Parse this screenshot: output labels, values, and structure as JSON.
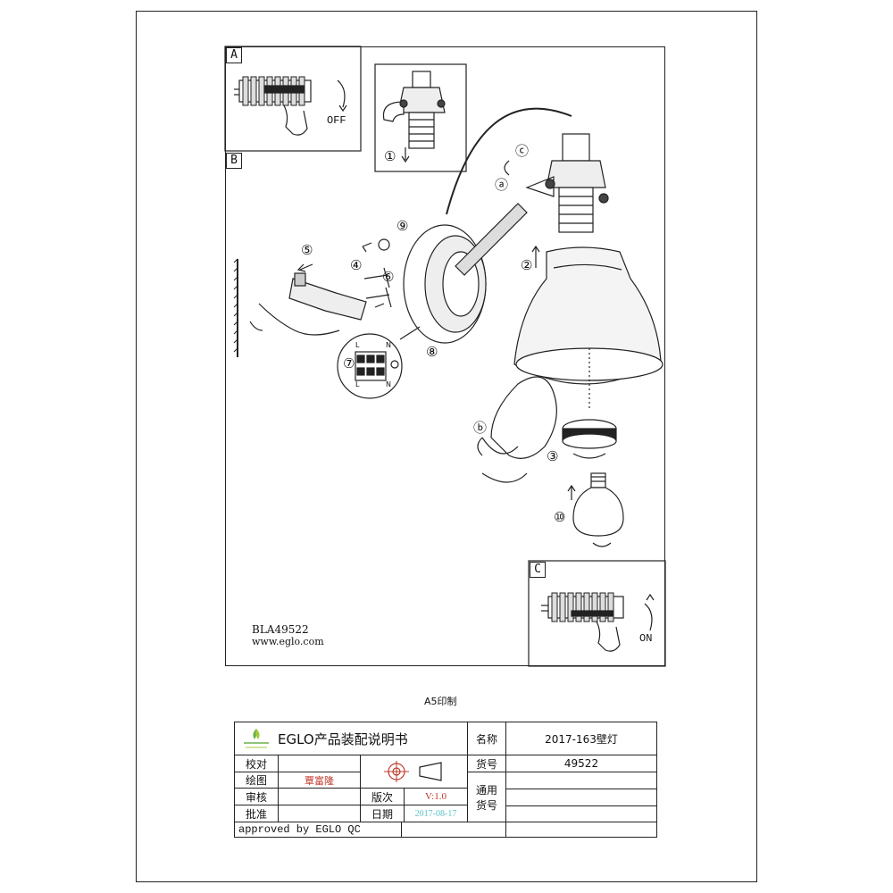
{
  "panels": {
    "a": "A",
    "b": "B",
    "c": "C"
  },
  "switch_states": {
    "off": "OFF",
    "on": "ON"
  },
  "steps": {
    "s1": "①",
    "s2": "②",
    "s3": "③",
    "s4": "④",
    "s5": "⑤",
    "s6": "⑥",
    "s7": "⑦",
    "s8": "⑧",
    "s9": "⑨",
    "s10": "⑩",
    "sa": "ⓐ",
    "sb": "ⓑ",
    "sc": "ⓒ"
  },
  "terminal": {
    "l": "L",
    "n": "N"
  },
  "model_code": "BLA49522",
  "website": "www.eglo.com",
  "print_note": "A5印制",
  "title_block": {
    "company_title": "EGLO产品装配说明书",
    "name_label": "名称",
    "name_value": "2017-163壁灯",
    "check_label": "校对",
    "draw_label": "绘图",
    "draw_value": "覃富隆",
    "review_label": "审核",
    "approve_label": "批准",
    "item_no_label": "货号",
    "item_no_value": "49522",
    "version_label": "版次",
    "version_value": "V:1.0",
    "date_label": "日期",
    "date_value": "2017-08-17",
    "common_item_label": "通用\n货号",
    "approved": "approved by EGLO QC"
  }
}
